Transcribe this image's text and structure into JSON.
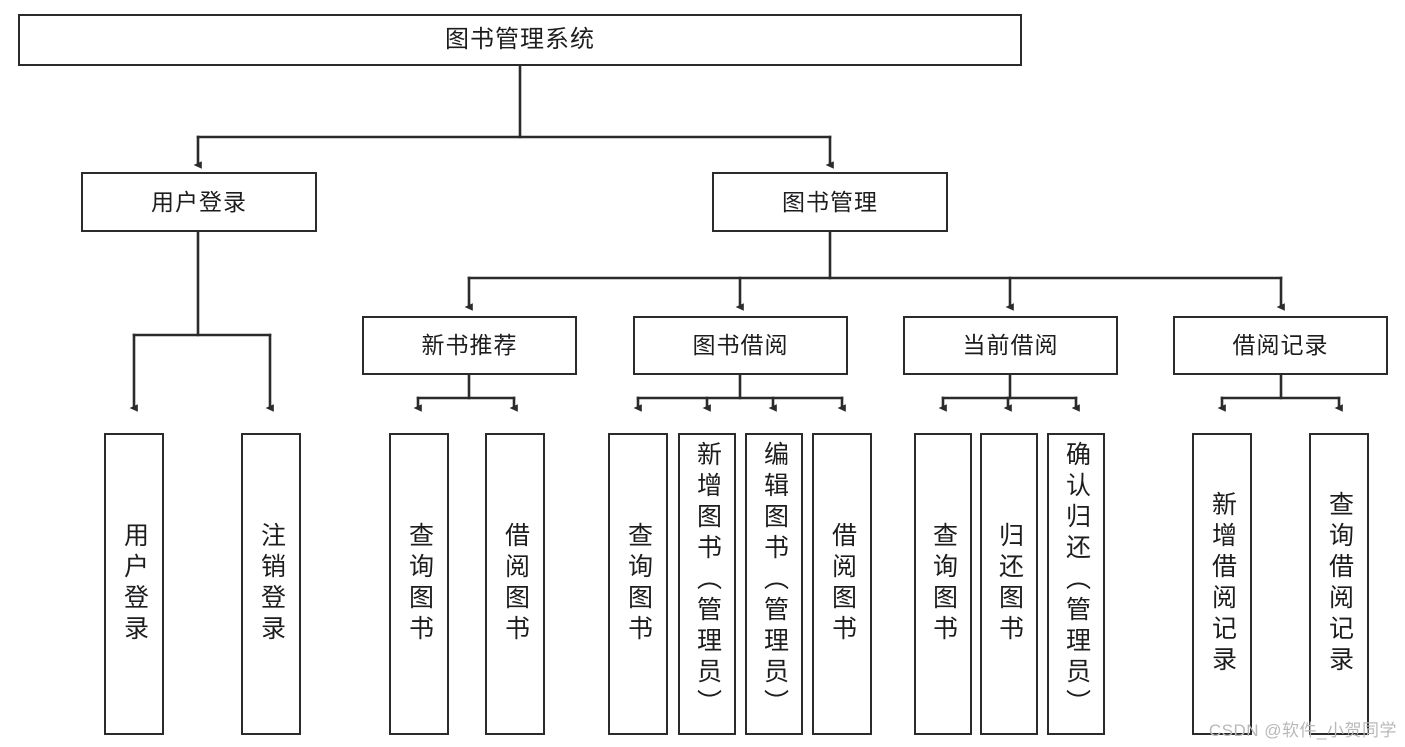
{
  "diagram": {
    "title": "图书管理系统",
    "type": "tree-hierarchy",
    "stroke_color": "#2b2b2b",
    "text_color": "#1d1d1f",
    "background_color": "#ffffff"
  },
  "nodes": {
    "root": {
      "label": "图书管理系统"
    },
    "level2": [
      {
        "label": "用户登录"
      },
      {
        "label": "图书管理"
      }
    ],
    "level3": [
      {
        "label": "新书推荐"
      },
      {
        "label": "图书借阅"
      },
      {
        "label": "当前借阅"
      },
      {
        "label": "借阅记录"
      }
    ],
    "leaves": {
      "user_login": [
        {
          "label": "用户登录"
        },
        {
          "label": "注销登录"
        }
      ],
      "new_book_recommend": [
        {
          "label": "查询图书"
        },
        {
          "label": "借阅图书"
        }
      ],
      "book_borrow": [
        {
          "label": "查询图书"
        },
        {
          "label": "新增图书（管理员）"
        },
        {
          "label": "编辑图书（管理员）"
        },
        {
          "label": "借阅图书"
        }
      ],
      "current_borrow": [
        {
          "label": "查询图书"
        },
        {
          "label": "归还图书"
        },
        {
          "label": "确认归还（管理员）"
        }
      ],
      "borrow_record": [
        {
          "label": "新增借阅记录"
        },
        {
          "label": "查询借阅记录"
        }
      ]
    }
  },
  "watermark": {
    "text": "CSDN @软件_小贺同学"
  }
}
